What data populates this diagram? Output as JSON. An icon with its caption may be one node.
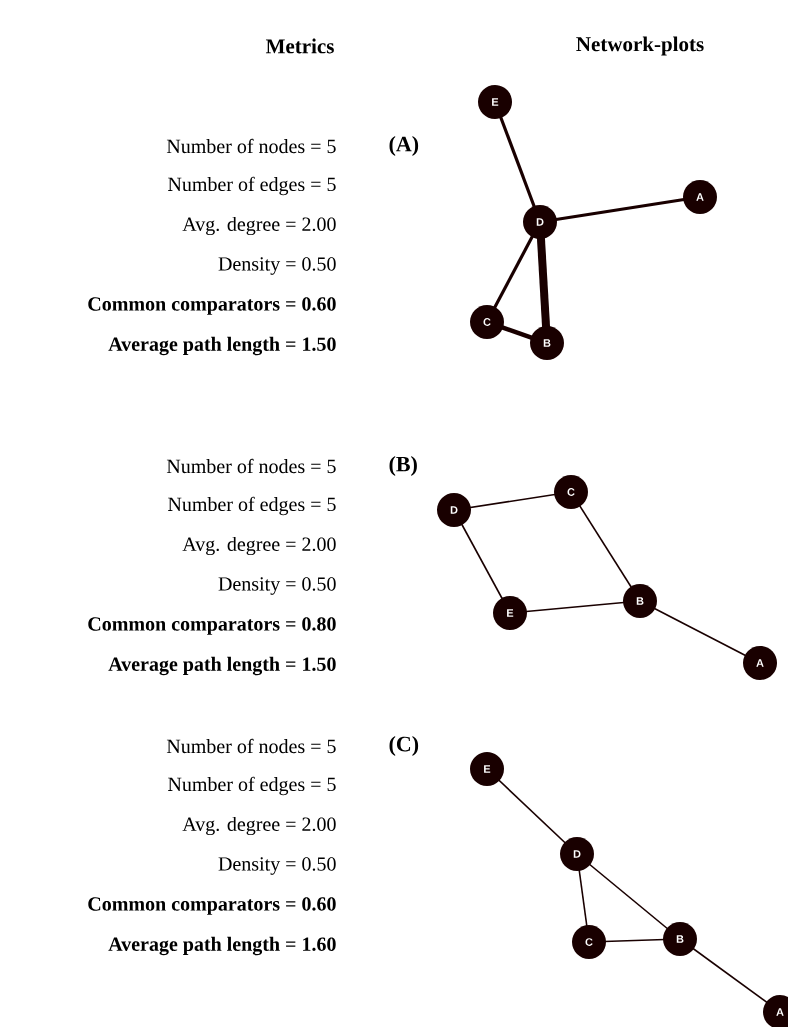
{
  "diagram": {
    "nodes": [
      {
        "text": [
          "E"
        ]
      },
      {
        "text": [
          "D"
        ]
      },
      {
        "text": [
          "A"
        ]
      },
      {
        "text": [
          "C"
        ]
      },
      {
        "text": [
          "B"
        ]
      },
      {
        "text": [
          "C"
        ]
      },
      {
        "text": [
          "D"
        ]
      },
      {
        "text": [
          "B"
        ]
      },
      {
        "text": [
          "E"
        ]
      },
      {
        "text": [
          "A"
        ]
      },
      {
        "text": [
          "E"
        ]
      },
      {
        "text": [
          "D"
        ]
      },
      {
        "text": [
          "B"
        ]
      },
      {
        "text": [
          "C"
        ]
      },
      {
        "text": [
          "A"
        ]
      }
    ],
    "edges": [
      {
        "from": 0,
        "to": 1,
        "arrow": "none",
        "style": "thick"
      },
      {
        "from": 1,
        "to": 2,
        "arrow": "none",
        "style": "thick"
      },
      {
        "from": 1,
        "to": 3,
        "arrow": "none",
        "style": "thick"
      },
      {
        "from": 1,
        "to": 4,
        "arrow": "none",
        "style": "thick"
      },
      {
        "from": 3,
        "to": 4,
        "arrow": "none",
        "style": "thick"
      },
      {
        "from": 6,
        "to": 5,
        "arrow": "none"
      },
      {
        "from": 6,
        "to": 8,
        "arrow": "none"
      },
      {
        "from": 5,
        "to": 7,
        "arrow": "none"
      },
      {
        "from": 8,
        "to": 7,
        "arrow": "none"
      },
      {
        "from": 7,
        "to": 9,
        "arrow": "none"
      },
      {
        "from": 10,
        "to": 11,
        "arrow": "none"
      },
      {
        "from": 11,
        "to": 13,
        "arrow": "none"
      },
      {
        "from": 11,
        "to": 12,
        "arrow": "none"
      },
      {
        "from": 13,
        "to": 12,
        "arrow": "none"
      },
      {
        "from": 12,
        "to": 14,
        "arrow": "none"
      }
    ],
    "labels": [
      "Metrics",
      "Network-plots",
      "Number of nodes = 5",
      "(A)",
      "Number of edges = 5",
      "Avg. degree = 2.00",
      "Density = 0.50",
      "Common comparators = 0.60",
      "Average path length = 1.50",
      "Number of nodes = 5",
      "(B)",
      "Number of edges = 5",
      "Avg. degree = 2.00",
      "Density = 0.50",
      "Common comparators = 0.80",
      "Average path length = 1.50",
      "Number of nodes = 5",
      "(C)",
      "Number of edges = 5",
      "Avg. degree = 2.00",
      "Density = 0.50",
      "Common comparators = 0.60",
      "Average path length = 1.60"
    ]
  }
}
